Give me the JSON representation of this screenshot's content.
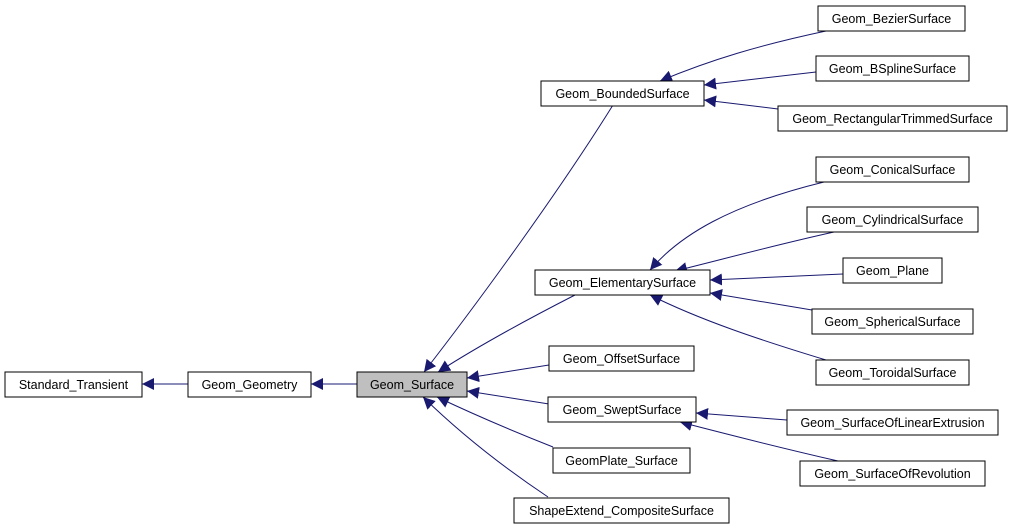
{
  "colors": {
    "edge": "#191970",
    "node_border": "#000000",
    "node_fill": "#ffffff",
    "highlight_fill": "#bfbfbf"
  },
  "nodes": {
    "standard_transient": "Standard_Transient",
    "geom_geometry": "Geom_Geometry",
    "geom_surface": "Geom_Surface",
    "geom_boundedsurface": "Geom_BoundedSurface",
    "geom_beziersurface": "Geom_BezierSurface",
    "geom_bsplinesurface": "Geom_BSplineSurface",
    "geom_rectangulartrimmedsurface": "Geom_RectangularTrimmedSurface",
    "geom_elementarysurface": "Geom_ElementarySurface",
    "geom_conicalsurface": "Geom_ConicalSurface",
    "geom_cylindricalsurface": "Geom_CylindricalSurface",
    "geom_plane": "Geom_Plane",
    "geom_sphericalsurface": "Geom_SphericalSurface",
    "geom_toroidalsurface": "Geom_ToroidalSurface",
    "geom_offsetsurface": "Geom_OffsetSurface",
    "geom_sweptsurface": "Geom_SweptSurface",
    "geom_surfaceoflinearextrusion": "Geom_SurfaceOfLinearExtrusion",
    "geom_surfaceofrevolution": "Geom_SurfaceOfRevolution",
    "geomplate_surface": "GeomPlate_Surface",
    "shapeextend_compositesurface": "ShapeExtend_CompositeSurface"
  }
}
